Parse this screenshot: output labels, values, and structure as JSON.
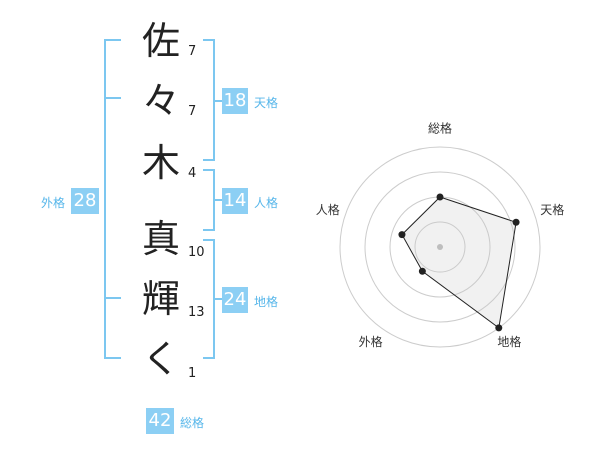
{
  "name": {
    "characters": [
      {
        "char": "佐",
        "strokes": "7"
      },
      {
        "char": "々",
        "strokes": "7"
      },
      {
        "char": "木",
        "strokes": "4"
      },
      {
        "char": "真",
        "strokes": "10"
      },
      {
        "char": "輝",
        "strokes": "13"
      },
      {
        "char": "く",
        "strokes": "1"
      }
    ]
  },
  "kaku": {
    "tenkaku": {
      "value": "18",
      "label": "天格"
    },
    "jinkaku": {
      "value": "14",
      "label": "人格"
    },
    "chikaku": {
      "value": "24",
      "label": "地格"
    },
    "gaikaku": {
      "value": "28",
      "label": "外格"
    },
    "soukaku": {
      "value": "42",
      "label": "総格"
    }
  },
  "colors": {
    "accent_box": "#8ccff4",
    "accent_text": "#56b6ea",
    "bracket": "#7cc7f0"
  },
  "chart_data": {
    "type": "radar",
    "axes": [
      "総格",
      "天格",
      "地格",
      "外格",
      "人格"
    ],
    "series": [
      {
        "values": [
          0.5,
          0.8,
          1.0,
          0.3,
          0.4
        ]
      }
    ],
    "rings": 4
  }
}
